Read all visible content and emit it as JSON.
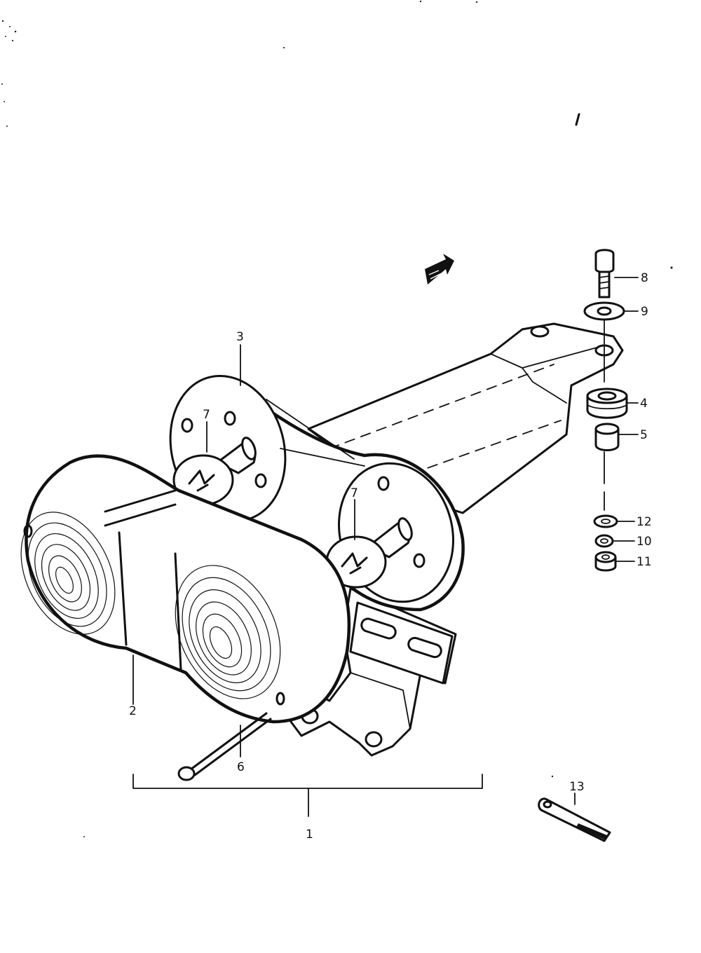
{
  "callouts": {
    "c1": "1",
    "c2": "2",
    "c3": "3",
    "c4": "4",
    "c5": "5",
    "c6": "6",
    "c7a": "7",
    "c7b": "7",
    "c8": "8",
    "c9": "9",
    "c10": "10",
    "c11": "11",
    "c12": "12",
    "c13": "13"
  },
  "colors": {
    "ink": "#111111",
    "paper": "#ffffff"
  }
}
